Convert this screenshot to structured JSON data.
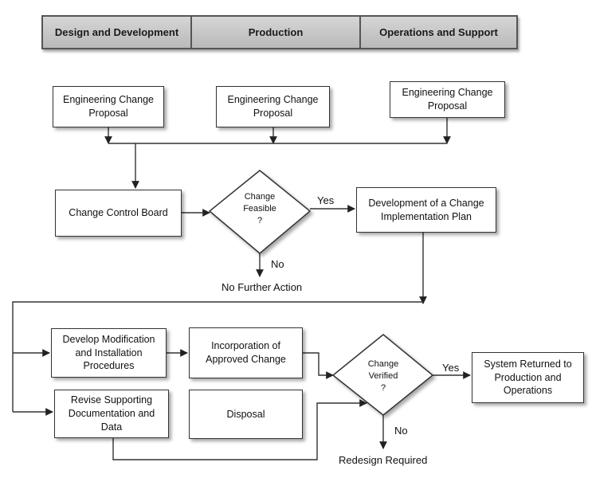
{
  "phases": [
    "Design and Development",
    "Production",
    "Operations and Support"
  ],
  "nodes": {
    "ecp1": "Engineering Change\nProposal",
    "ecp2": "Engineering Change\nProposal",
    "ecp3": "Engineering Change\nProposal",
    "ccb": "Change Control Board",
    "feasible": "Change\nFeasible\n?",
    "plan": "Development of a Change\nImplementation Plan",
    "develop": "Develop Modification\nand Installation\nProcedures",
    "incorporate": "Incorporation of\nApproved Change",
    "revise": "Revise Supporting\nDocumentation and\nData",
    "disposal": "Disposal",
    "verified": "Change\nVerified\n?",
    "returned": "System Returned to\nProduction and\nOperations"
  },
  "edge_labels": {
    "feasible_yes": "Yes",
    "feasible_no": "No",
    "verified_yes": "Yes",
    "verified_no": "No"
  },
  "terminals": {
    "no_action": "No Further Action",
    "redesign": "Redesign Required"
  }
}
